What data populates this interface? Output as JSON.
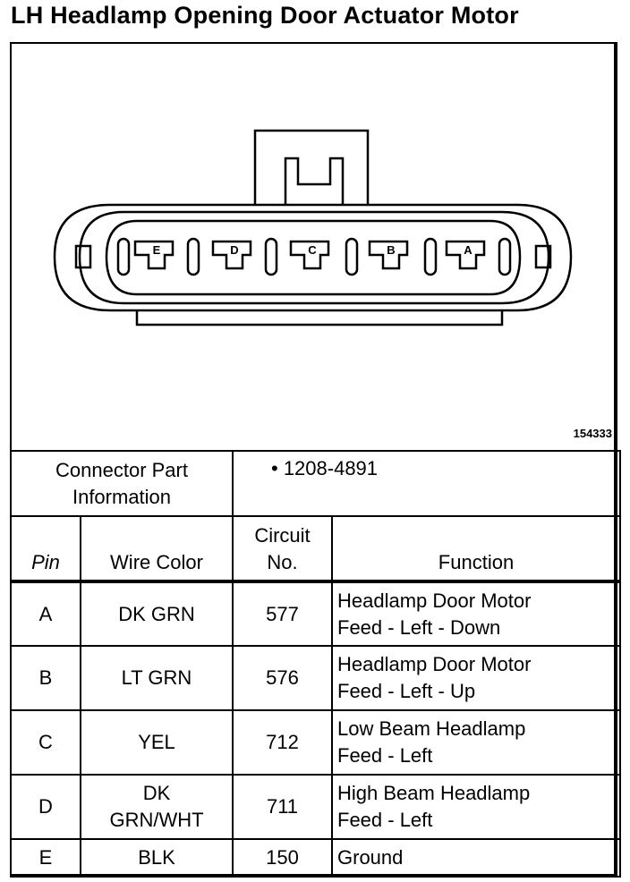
{
  "title": "LH Headlamp Opening Door Actuator Motor",
  "figure": {
    "id": "154333",
    "pin_labels": [
      "E",
      "D",
      "C",
      "B",
      "A"
    ]
  },
  "connector_info": {
    "label_line1": "Connector Part",
    "label_line2": "Information",
    "part_number": "•  1208-4891"
  },
  "columns": {
    "pin": "Pin",
    "wire_color": "Wire Color",
    "circuit_line1": "Circuit",
    "circuit_line2": "No.",
    "function": "Function"
  },
  "rows": [
    {
      "pin": "A",
      "wire1": "DK GRN",
      "wire2": "",
      "circuit": "577",
      "func1": "Headlamp Door Motor",
      "func2": "Feed - Left - Down"
    },
    {
      "pin": "B",
      "wire1": "LT GRN",
      "wire2": "",
      "circuit": "576",
      "func1": "Headlamp Door Motor",
      "func2": "Feed - Left - Up"
    },
    {
      "pin": "C",
      "wire1": "YEL",
      "wire2": "",
      "circuit": "712",
      "func1": "Low Beam Headlamp",
      "func2": "Feed - Left"
    },
    {
      "pin": "D",
      "wire1": "DK",
      "wire2": "GRN/WHT",
      "circuit": "711",
      "func1": "High Beam Headlamp",
      "func2": "Feed - Left"
    },
    {
      "pin": "E",
      "wire1": "BLK",
      "wire2": "",
      "circuit": "150",
      "func1": "Ground",
      "func2": ""
    }
  ]
}
